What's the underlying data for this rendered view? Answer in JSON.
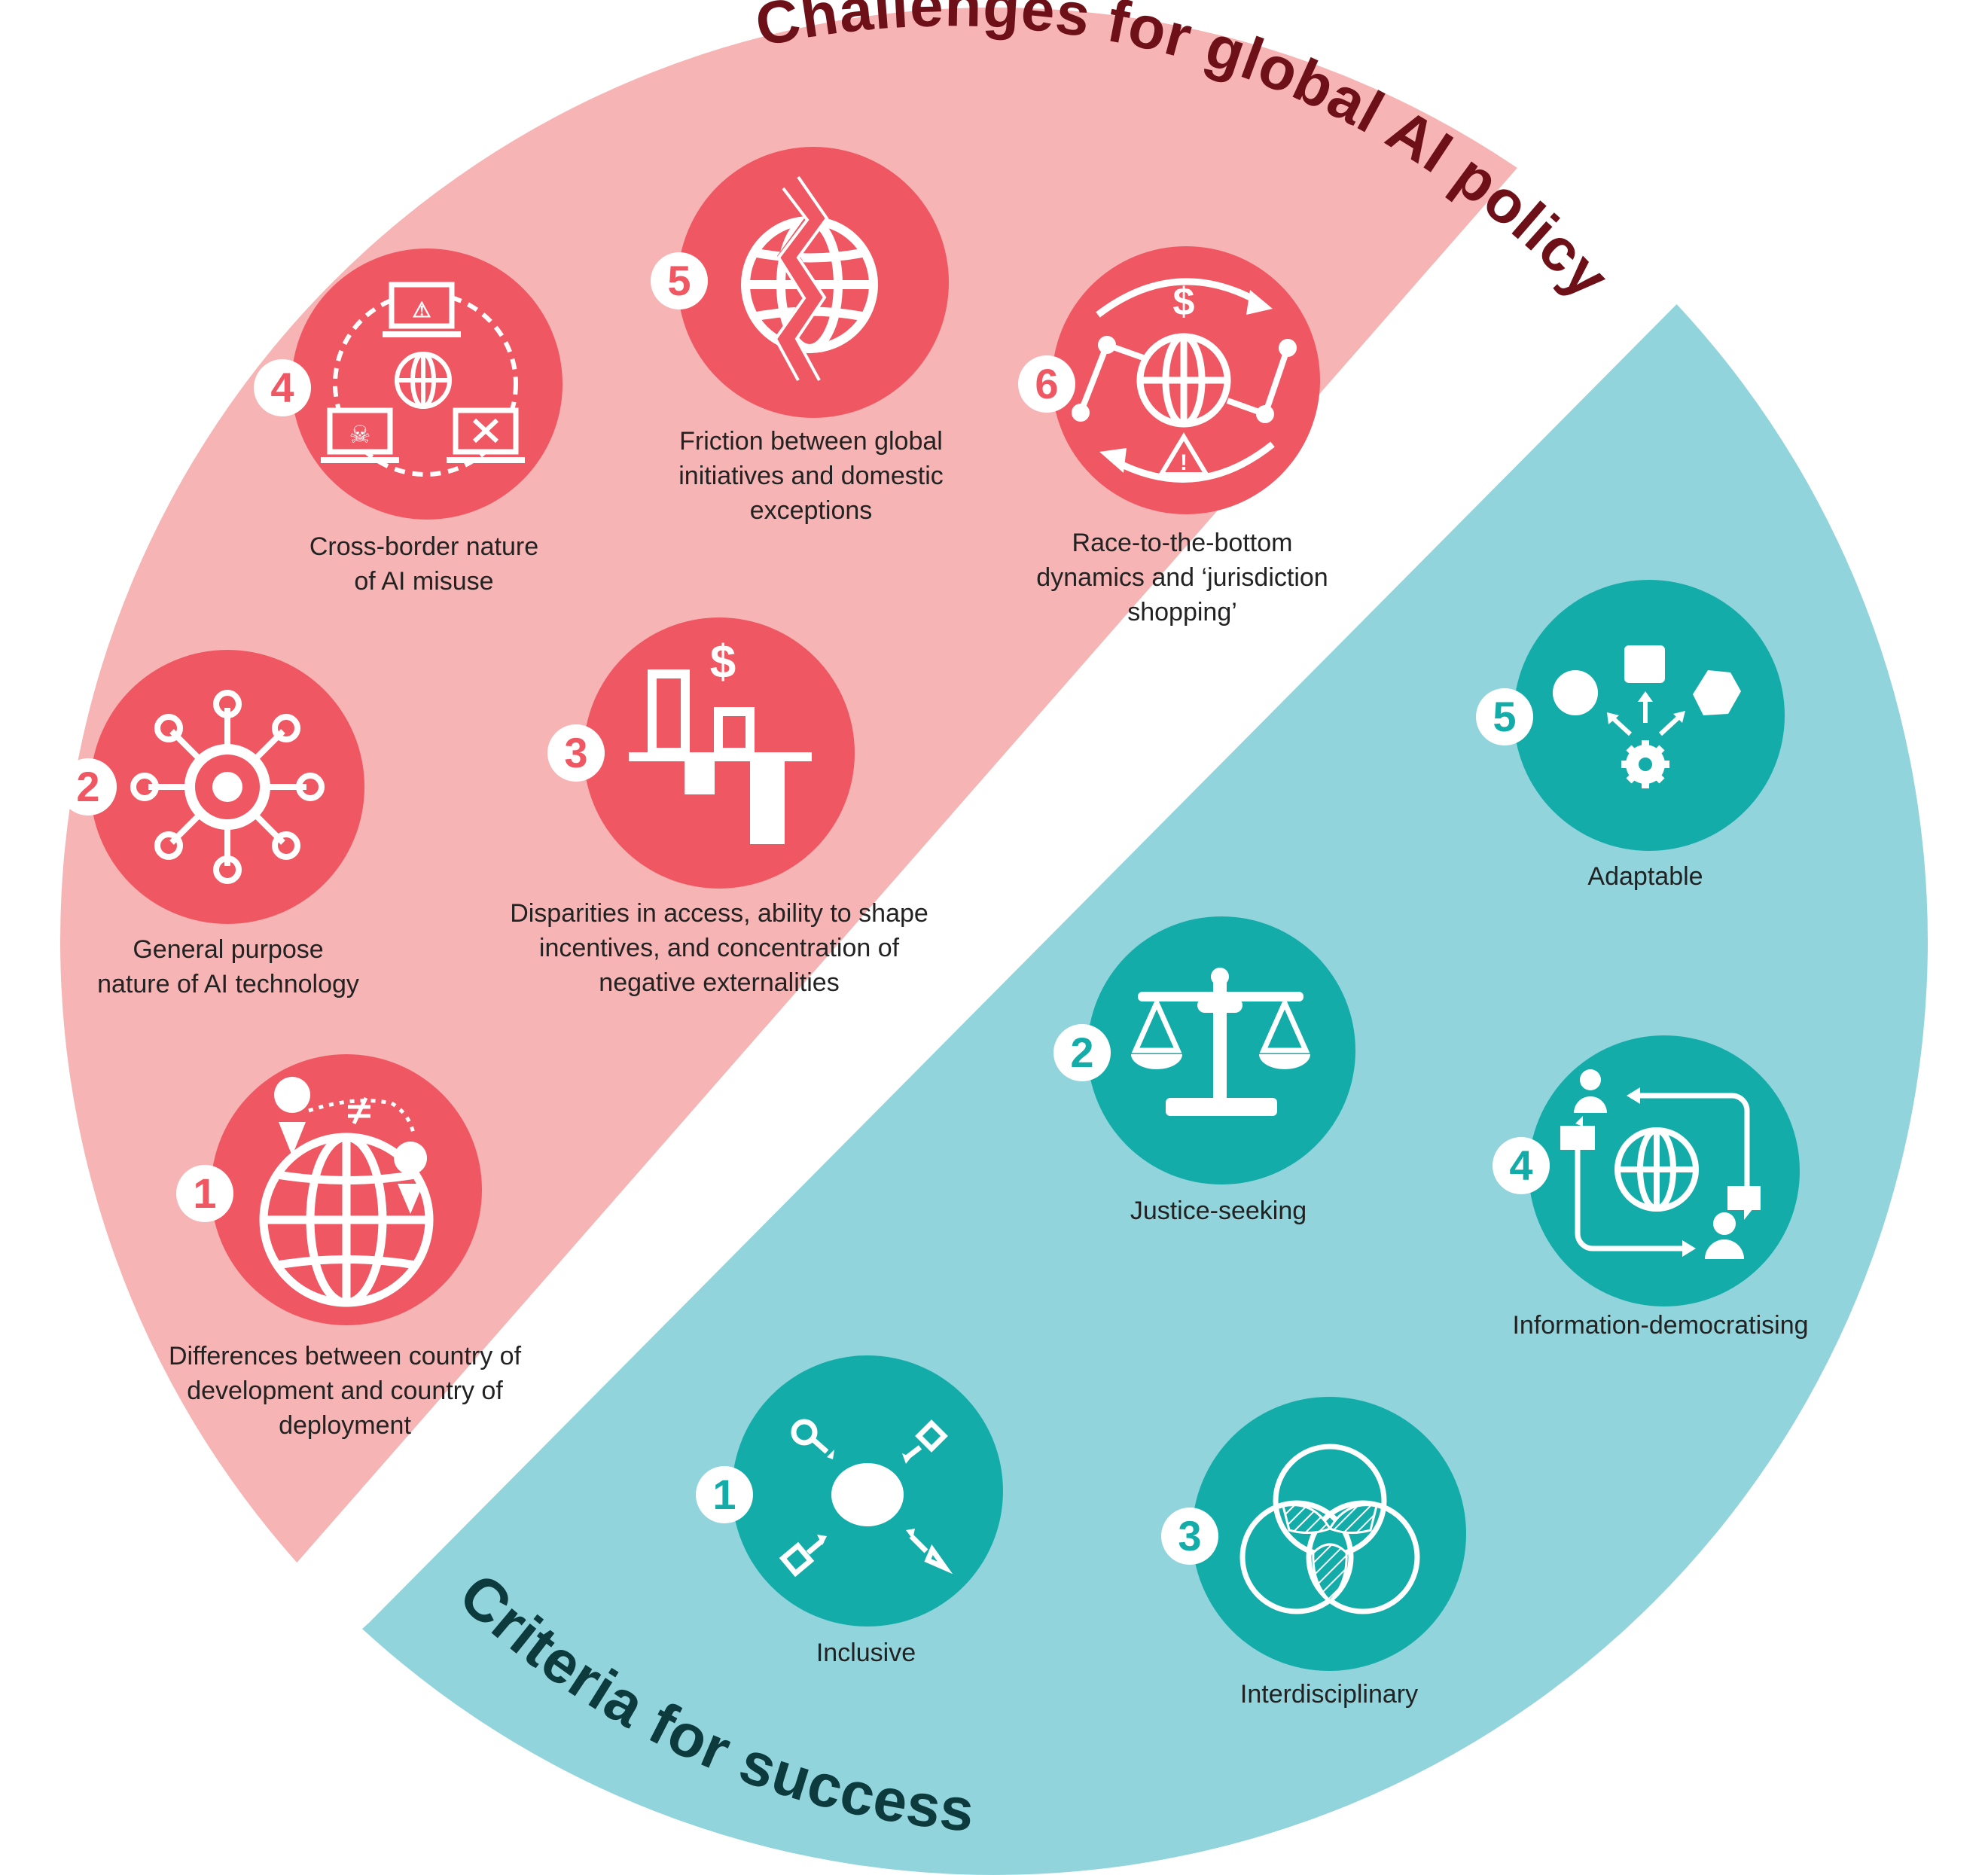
{
  "colors": {
    "challenges_bg": "#f7b4b4",
    "challenges_circle": "#ef5763",
    "challenges_title": "#6e1018",
    "criteria_bg": "#91d4dc",
    "criteria_circle": "#14aca9",
    "criteria_title": "#0d3a3c",
    "label_text": "#222222"
  },
  "challenges": {
    "title": "Challenges for global AI policy",
    "items": [
      {
        "number": "1",
        "icon": "globe-location-not-equal-icon",
        "lines": [
          "Differences between country of",
          "development and country of",
          "deployment"
        ]
      },
      {
        "number": "2",
        "icon": "gear-network-icon",
        "lines": [
          "General purpose",
          "nature of AI technology"
        ]
      },
      {
        "number": "3",
        "icon": "dollar-bars-icon",
        "lines": [
          "Disparities in access, ability to shape",
          "incentives, and concentration of",
          "negative externalities"
        ]
      },
      {
        "number": "4",
        "icon": "laptops-globe-network-icon",
        "lines": [
          "Cross-border nature",
          "of AI misuse"
        ]
      },
      {
        "number": "5",
        "icon": "split-globe-icon",
        "lines": [
          "Friction between global",
          "initiatives and domestic",
          "exceptions"
        ]
      },
      {
        "number": "6",
        "icon": "dollar-globe-cycle-icon",
        "lines": [
          "Race-to-the-bottom",
          "dynamics and ‘jurisdiction",
          "shopping’"
        ]
      }
    ]
  },
  "criteria": {
    "title": "Criteria for success",
    "items": [
      {
        "number": "1",
        "icon": "converging-shapes-icon",
        "lines": [
          "Inclusive"
        ]
      },
      {
        "number": "2",
        "icon": "scales-of-justice-icon",
        "lines": [
          "Justice-seeking"
        ]
      },
      {
        "number": "3",
        "icon": "venn-diagram-icon",
        "lines": [
          "Interdisciplinary"
        ]
      },
      {
        "number": "4",
        "icon": "people-globe-exchange-icon",
        "lines": [
          "Information-democratising"
        ]
      },
      {
        "number": "5",
        "icon": "gear-shapes-icon",
        "lines": [
          "Adaptable"
        ]
      }
    ]
  }
}
